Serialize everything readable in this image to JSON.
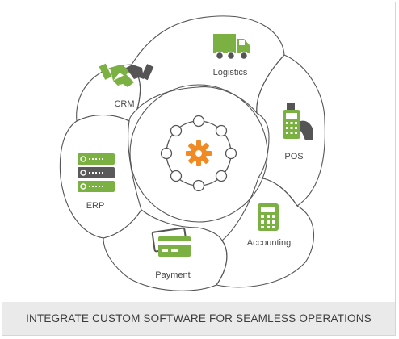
{
  "segments": [
    {
      "id": "logistics",
      "label": "Logistics",
      "icon": "truck-icon"
    },
    {
      "id": "pos",
      "label": "POS",
      "icon": "pos-terminal-icon"
    },
    {
      "id": "accounting",
      "label": "Accounting",
      "icon": "calculator-icon"
    },
    {
      "id": "payment",
      "label": "Payment",
      "icon": "credit-card-icon"
    },
    {
      "id": "erp",
      "label": "ERP",
      "icon": "server-stack-icon"
    },
    {
      "id": "crm",
      "label": "CRM",
      "icon": "handshake-icon"
    }
  ],
  "center": {
    "icon": "gear-network-icon"
  },
  "caption": "INTEGRATE CUSTOM SOFTWARE FOR SEAMLESS OPERATIONS",
  "colors": {
    "green": "#7bb043",
    "gray": "#5a5a5a",
    "orange": "#f08a24",
    "outline": "#555555",
    "caption_bg": "#eaeaea"
  }
}
